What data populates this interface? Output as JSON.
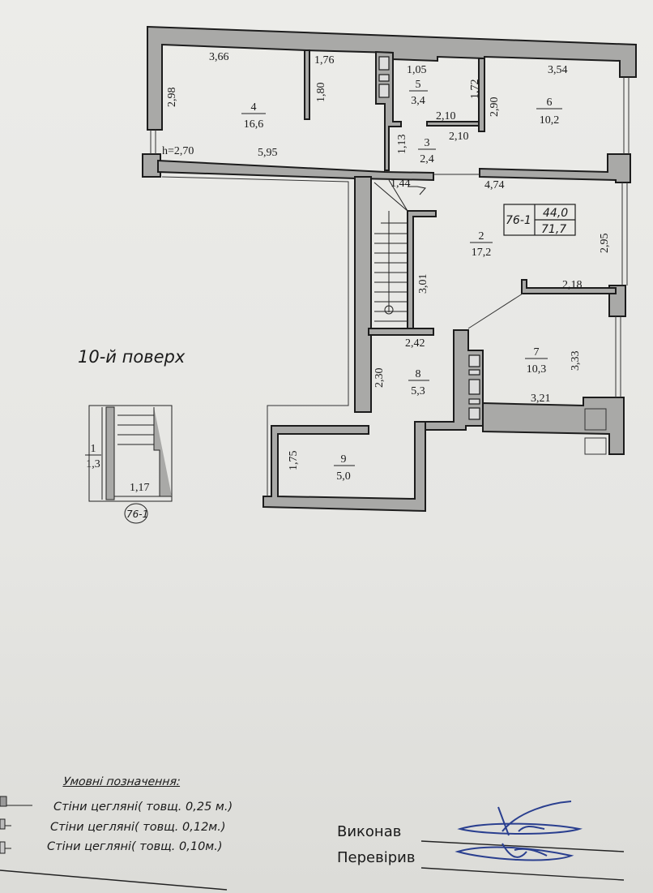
{
  "plan": {
    "floor_label": "10-й поверх",
    "apartment": {
      "id": "76-1",
      "living_area": "44,0",
      "total_area": "71,7"
    },
    "ceiling_height": "h=2,70",
    "rooms": [
      {
        "number": "1",
        "area": "1,3"
      },
      {
        "number": "2",
        "area": "17,2"
      },
      {
        "number": "3",
        "area": "2,4"
      },
      {
        "number": "4",
        "area": "16,6"
      },
      {
        "number": "5",
        "area": "3,4"
      },
      {
        "number": "6",
        "area": "10,2"
      },
      {
        "number": "7",
        "area": "10,3"
      },
      {
        "number": "8",
        "area": "5,3"
      },
      {
        "number": "9",
        "area": "5,0"
      }
    ],
    "dimensions": {
      "d366": "3,66",
      "d176": "1,76",
      "d298": "2,98",
      "d180": "1,80",
      "d595": "5,95",
      "d105": "1,05",
      "d172": "1,72",
      "d210a": "2,10",
      "d210b": "2,10",
      "d113": "1,13",
      "d354": "3,54",
      "d290": "2,90",
      "d474": "4,74",
      "d144": "1,44",
      "d295": "2,95",
      "d301": "3,01",
      "d218": "2,18",
      "d242": "2,42",
      "d230": "2,30",
      "d333": "3,33",
      "d321": "3,21",
      "d175": "1,75",
      "d117": "1,17"
    }
  },
  "legend": {
    "title": "Умовні позначення:",
    "items": [
      "Стіни цегляні( товщ. 0,25 м.)",
      "Стіни цегляні( товщ. 0,12м.)",
      "Стіни цегляні( товщ. 0,10м.)"
    ]
  },
  "signatures": {
    "performed_by": "Виконав",
    "checked_by": "Перевірив"
  }
}
